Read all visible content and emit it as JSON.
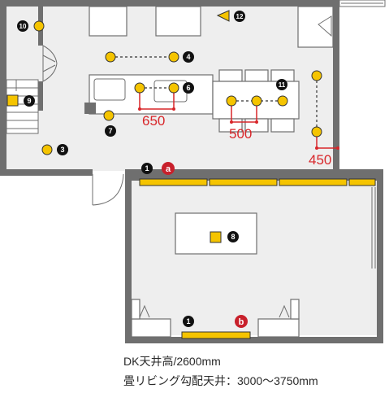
{
  "markers": {
    "m1": "1",
    "m3": "3",
    "m4": "4",
    "m6": "6",
    "m7": "7",
    "m8": "8",
    "m9": "9",
    "m10": "10",
    "m11": "11",
    "m12": "12",
    "ma": "a",
    "mb": "b"
  },
  "dimensions": {
    "d650": "650",
    "d500": "500",
    "d450": "450"
  },
  "notes": {
    "dk_ceiling": "DK天井高/2600mm",
    "living_ceiling": "畳リビング勾配天井：3000～3750mm"
  },
  "colors": {
    "light": "#f5c400",
    "accent": "#d8262a",
    "wall": "#6f6f6f",
    "floor": "#eeeeee"
  }
}
